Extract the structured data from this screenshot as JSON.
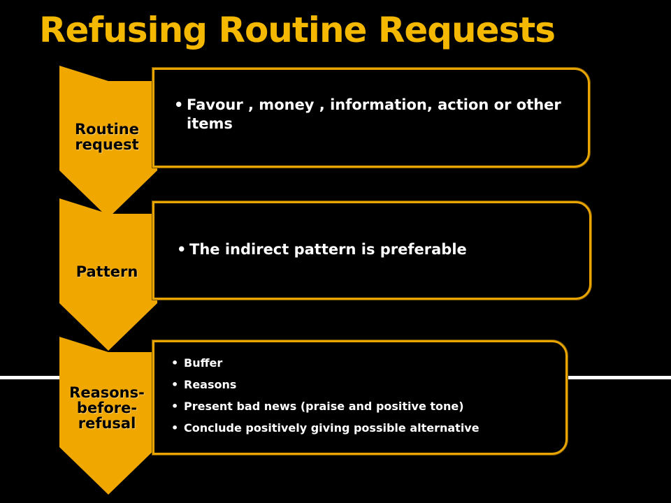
{
  "title": "Refusing Routine Requests",
  "colors": {
    "accent": "#f5b800",
    "chevron": "#f0a800",
    "border": "#e8a400",
    "background": "#000000",
    "text": "#ffffff"
  },
  "stages": [
    {
      "label": "Routine request",
      "bullets": [
        "Favour , money , information, action or other items"
      ]
    },
    {
      "label": "Pattern",
      "bullets": [
        "The indirect pattern is preferable"
      ]
    },
    {
      "label": "Reasons-before-refusal",
      "label_lines": [
        "Reasons-",
        "before-",
        "refusal"
      ],
      "bullets": [
        "Buffer",
        "Reasons",
        "Present bad news (praise and positive tone)",
        "Conclude positively giving possible alternative"
      ]
    }
  ]
}
